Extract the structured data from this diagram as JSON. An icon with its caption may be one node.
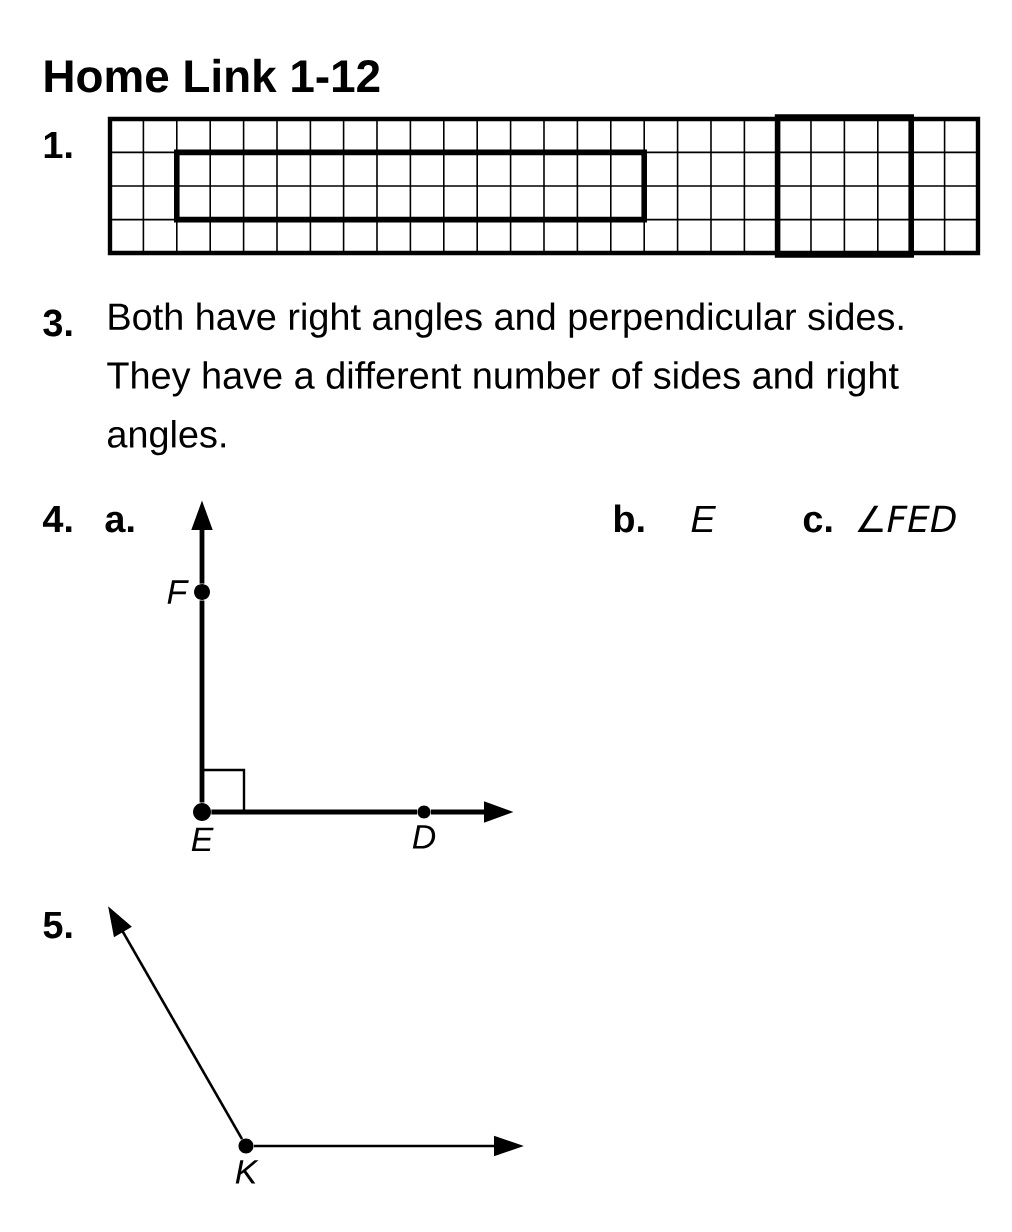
{
  "diagram": {
    "title": "Home Link 1-12",
    "nodes": [
      {
        "text": [
          "F"
        ]
      },
      {
        "text": [
          "E"
        ]
      },
      {
        "text": [
          "D"
        ]
      },
      {
        "text": [
          "K"
        ]
      }
    ],
    "edges": [
      {
        "from": 1,
        "to": 0,
        "arrow": "none"
      },
      {
        "from": 0,
        "to": null,
        "arrow": "to"
      },
      {
        "from": 1,
        "to": 2,
        "arrow": "none"
      },
      {
        "from": 2,
        "to": null,
        "arrow": "to"
      },
      {
        "from": 3,
        "to": null,
        "arrow": "to"
      },
      {
        "from": 3,
        "to": null,
        "arrow": "to"
      }
    ],
    "labels": [
      "1.",
      "3.",
      "Both have right angles and perpendicular sides. They have a different number of sides and right angles.",
      "4.",
      "a.",
      "b.",
      "E",
      "c.",
      "∠FED",
      "5."
    ]
  }
}
